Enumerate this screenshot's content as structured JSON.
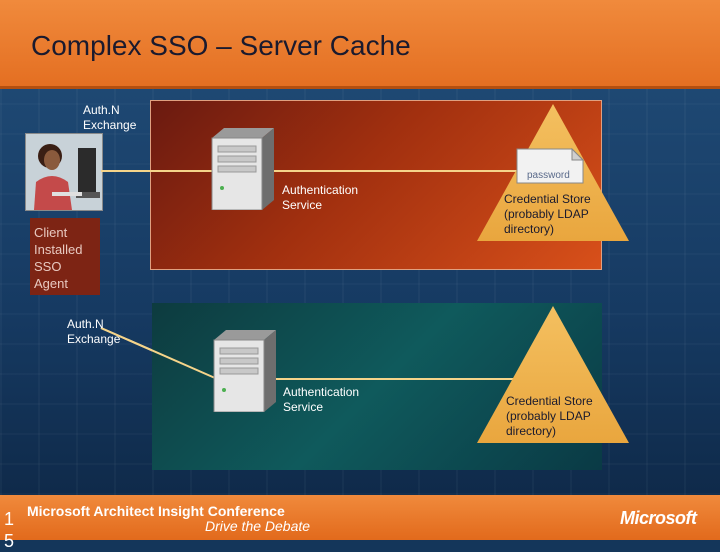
{
  "slide": {
    "title": "Complex SSO – Server Cache",
    "page_number": "15"
  },
  "top_section": {
    "authn_exchange": [
      "Auth.N",
      "Exchange"
    ],
    "auth_service": [
      "Authentication",
      "Service"
    ],
    "password_label": "password",
    "credential_store": [
      "Credential Store",
      "(probably LDAP",
      "directory)"
    ]
  },
  "client": {
    "label": [
      "Client",
      "Installed",
      "SSO",
      "Agent"
    ]
  },
  "bottom_section": {
    "authn_exchange": [
      "Auth.N",
      "Exchange"
    ],
    "auth_service": [
      "Authentication",
      "Service"
    ],
    "credential_store": [
      "Credential Store",
      "(probably LDAP",
      "directory)"
    ]
  },
  "footer": {
    "conference": "Microsoft Architect Insight Conference",
    "tagline": "Drive the Debate",
    "logo": "Microsoft"
  },
  "colors": {
    "header": "#e97a2e",
    "red_panel": "#a2300f",
    "teal_panel": "#0f5a5c",
    "triangle": "#f0b452",
    "arrow": "#f5d48a"
  }
}
